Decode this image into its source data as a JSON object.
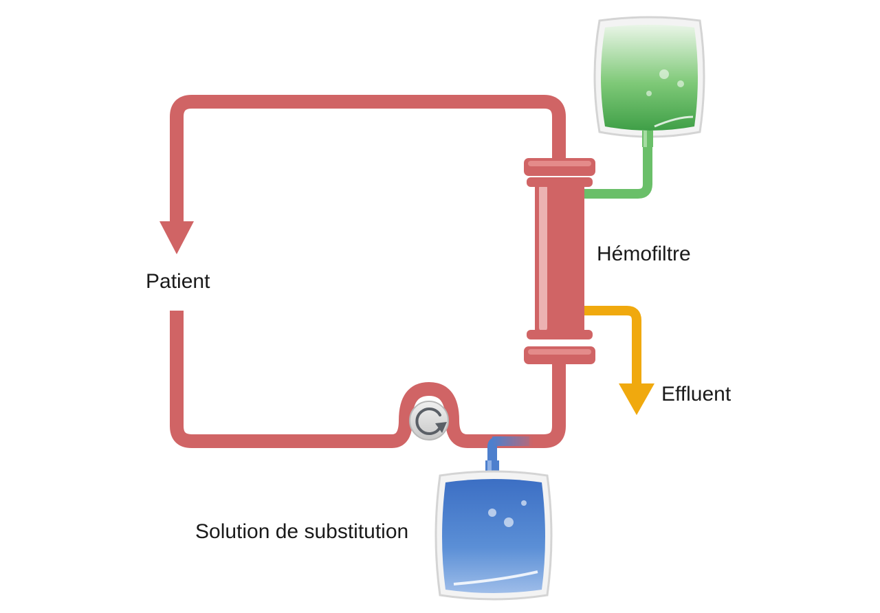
{
  "labels": {
    "patient": "Patient",
    "hemofilter": "Hémofiltre",
    "effluent": "Effluent",
    "substitution": "Solution de substitution"
  },
  "colors": {
    "blood_line": "#d06465",
    "filter_membrane": "#f0a90e",
    "dialysate_line": "#6abf69",
    "substitution_line": "#4d7fcd",
    "pump_body": "#d9d9d9",
    "pump_arrow": "#5a5f66"
  },
  "icons": {
    "pump": "rotation-arrow-icon",
    "bag_top": "green-fluid-bag-icon",
    "bag_bottom": "blue-fluid-bag-icon"
  }
}
